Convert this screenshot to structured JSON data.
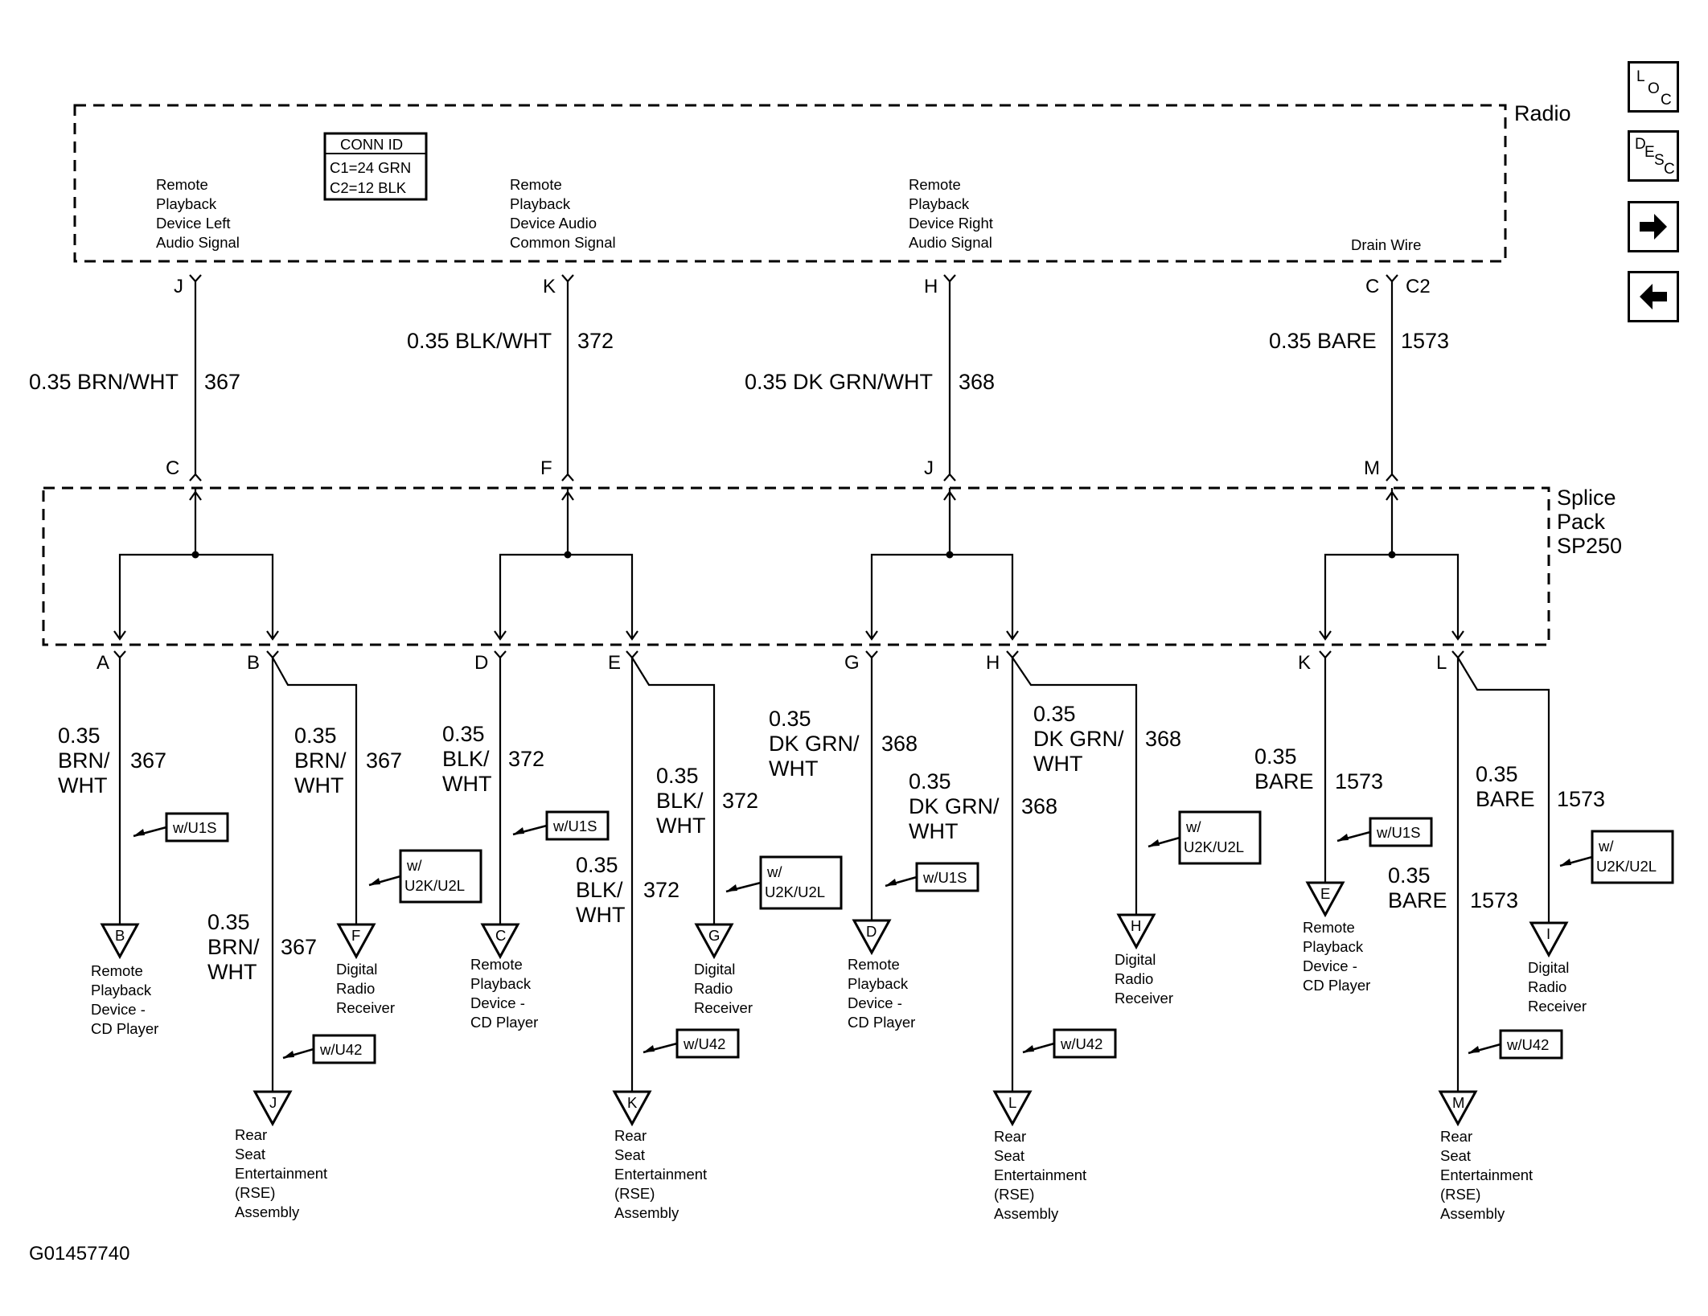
{
  "radio": {
    "label": "Radio",
    "conn_id": {
      "title": "CONN ID",
      "c1": "C1=24 GRN",
      "c2": "C2=12 BLK"
    },
    "signals": [
      [
        "Remote",
        "Playback",
        "Device Left",
        "Audio Signal"
      ],
      [
        "Remote",
        "Playback",
        "Device Audio",
        "Common Signal"
      ],
      [
        "Remote",
        "Playback",
        "Device Right",
        "Audio Signal"
      ],
      [
        "Drain Wire"
      ]
    ],
    "pins": [
      "J",
      "K",
      "H",
      "C"
    ],
    "c2_label": "C2"
  },
  "main_wires": [
    {
      "size_color": "0.35 BRN/WHT",
      "circuit": "367"
    },
    {
      "size_color": "0.35 BLK/WHT",
      "circuit": "372"
    },
    {
      "size_color": "0.35 DK GRN/WHT",
      "circuit": "368"
    },
    {
      "size_color": "0.35 BARE",
      "circuit": "1573"
    }
  ],
  "splice_pack": {
    "label": [
      "Splice",
      "Pack",
      "SP250"
    ],
    "input_pins": [
      "C",
      "F",
      "J",
      "M"
    ],
    "output_pins": [
      "A",
      "B",
      "D",
      "E",
      "G",
      "H",
      "K",
      "L"
    ]
  },
  "branch_wires": [
    [
      "0.35",
      "BRN/",
      "WHT",
      "367"
    ],
    [
      "0.35",
      "BRN/",
      "WHT",
      "367"
    ],
    [
      "0.35",
      "BRN/",
      "WHT",
      "367"
    ],
    [
      "0.35",
      "BLK/",
      "WHT",
      "372"
    ],
    [
      "0.35",
      "BLK/",
      "WHT",
      "372"
    ],
    [
      "0.35",
      "BLK/",
      "WHT",
      "372"
    ],
    [
      "0.35",
      "DK GRN/",
      "WHT",
      "368"
    ],
    [
      "0.35",
      "DK GRN/",
      "WHT",
      "368"
    ],
    [
      "0.35",
      "DK GRN/",
      "WHT",
      "368"
    ],
    [
      "0.35",
      "BARE",
      "1573"
    ],
    [
      "0.35",
      "BARE",
      "1573"
    ],
    [
      "0.35",
      "BARE",
      "1573"
    ]
  ],
  "options": {
    "u1s": "w/U1S",
    "u2k": [
      "w/",
      "U2K/U2L"
    ],
    "u42": "w/U42"
  },
  "terminals": {
    "cd": [
      "B",
      "C",
      "D",
      "E"
    ],
    "digital": [
      "F",
      "G",
      "H",
      "I"
    ],
    "rse": [
      "J",
      "K",
      "L",
      "M"
    ]
  },
  "components": {
    "cd": [
      "Remote",
      "Playback",
      "Device -",
      "CD Player"
    ],
    "digital": [
      "Digital",
      "Radio",
      "Receiver"
    ],
    "rse": [
      "Rear",
      "Seat",
      "Entertainment",
      "(RSE)",
      "Assembly"
    ]
  },
  "figure_id": "G01457740",
  "nav": {
    "loc": [
      "L",
      "O",
      "C"
    ],
    "desc": [
      "D",
      "E",
      "S",
      "C"
    ],
    "next_icon": "right-arrow-icon",
    "prev_icon": "left-arrow-icon"
  }
}
